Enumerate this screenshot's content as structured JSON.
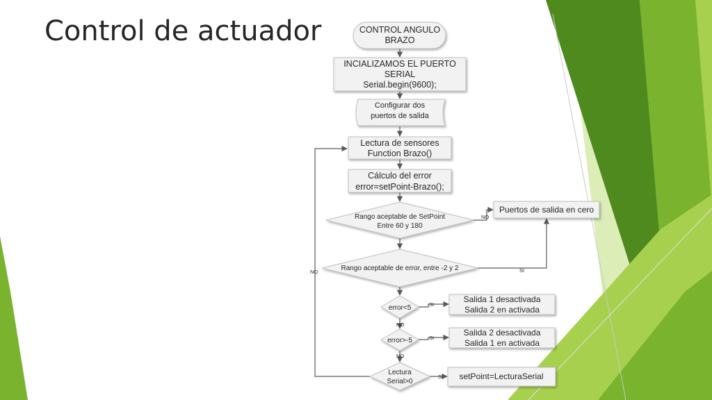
{
  "slide": {
    "title": "Control de actuador"
  },
  "flowchart": {
    "start": [
      "CONTROL ANGULO",
      "BRAZO"
    ],
    "init": [
      "INCIALIZAMOS EL PUERTO",
      "SERIAL",
      "Serial.begin(9600);"
    ],
    "config": [
      "Configurar dos",
      "puertos de salida"
    ],
    "read": [
      "Lectura de sensores",
      "Function Brazo()"
    ],
    "calc": [
      "Cálculo del error",
      "error=setPoint-Brazo();"
    ],
    "decision_setpoint": [
      "Rango aceptable de SetPoint",
      "Entre 60 y 180"
    ],
    "zero_outputs": [
      "Puertos de salida en cero"
    ],
    "decision_error_range": [
      "Rango aceptable de error, entre -2 y 2"
    ],
    "decision_lt5": [
      "error<5"
    ],
    "out_a": [
      "Salida 1 desactivada",
      "Salida 2 en activada"
    ],
    "decision_gt5": [
      "error>-5"
    ],
    "out_b": [
      "Salida 2 desactivada",
      "Salida 1 en activada"
    ],
    "decision_serial": [
      "Lectura",
      "Serial>0"
    ],
    "setpoint_box": [
      "setPoint=LecturaSerial"
    ],
    "labels": {
      "no_setpoint": "NO",
      "si_error_range": "SI",
      "no_loop": "NO",
      "si_lt5": "SI",
      "no_lt5": "NO",
      "si_gt5": "SI",
      "no_gt5": "NO",
      "si_serial": "SI"
    }
  },
  "theme": {
    "green_dark": "#4f8a1e",
    "green_mid": "#7ab32e",
    "green_light": "#a8d04f",
    "green_pale": "#dcedb7"
  }
}
